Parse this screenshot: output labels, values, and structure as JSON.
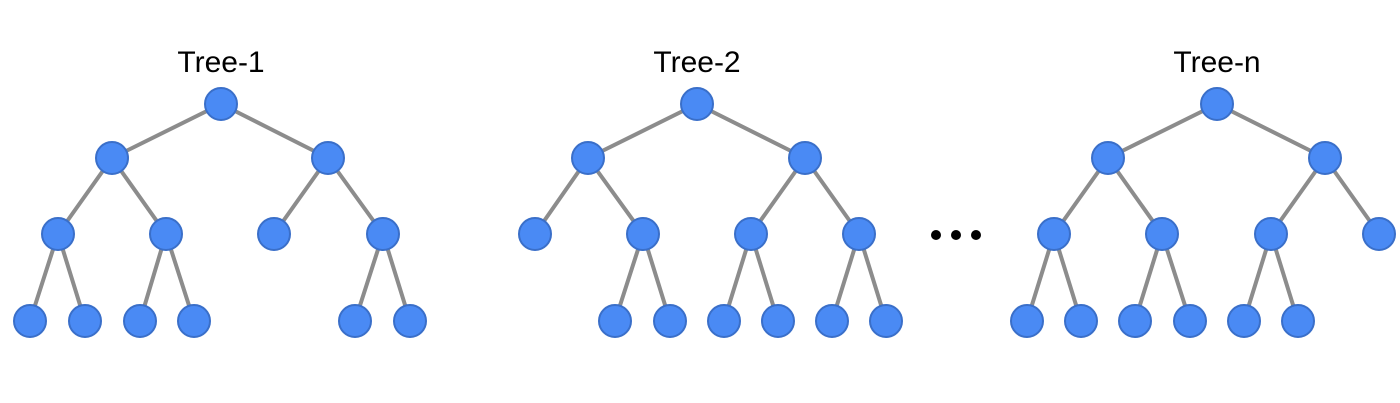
{
  "titles": {
    "tree1": "Tree-1",
    "tree2": "Tree-2",
    "treen": "Tree-n"
  },
  "colors": {
    "node": "#4a8af4",
    "node_stroke": "#3a6fc9",
    "edge": "#8c8c8c"
  }
}
